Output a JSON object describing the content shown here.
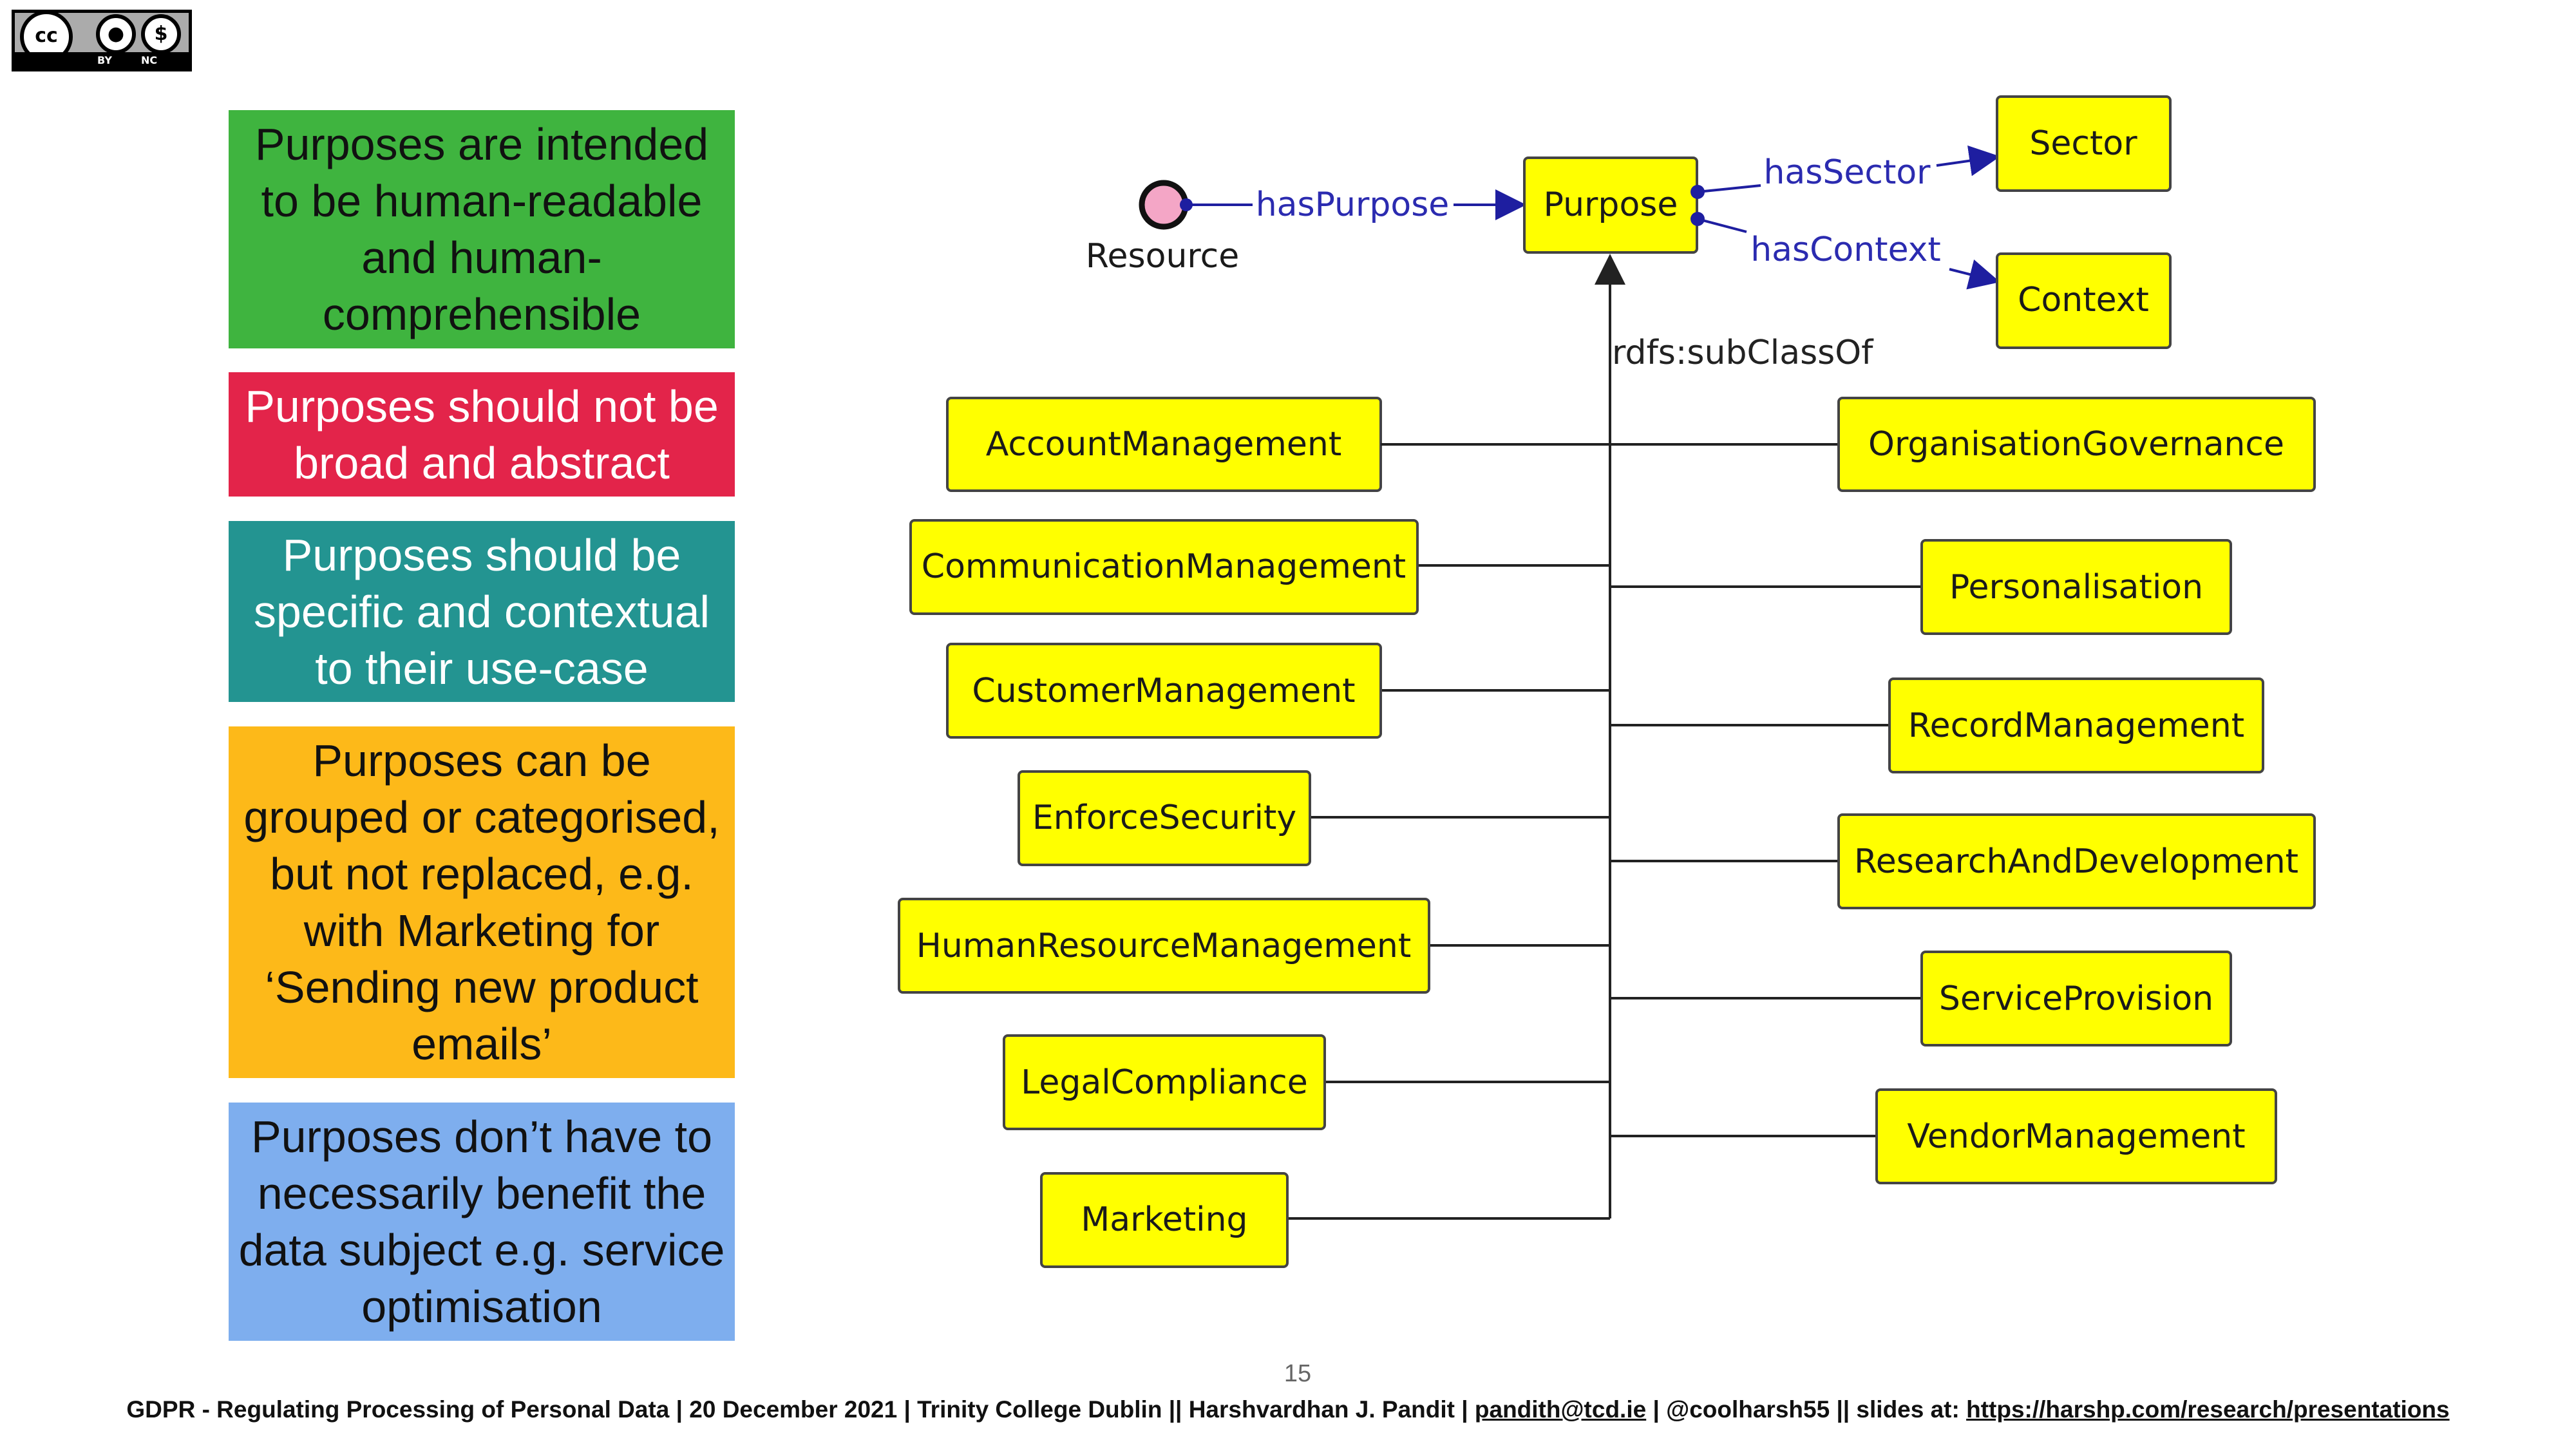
{
  "license": {
    "cc": "cc",
    "by": "BY",
    "nc": "NC"
  },
  "panels": [
    {
      "lines": [
        "Purposes are intended",
        "to be human-readable",
        "and human-",
        "comprehensible"
      ],
      "bg": "#3fb43f",
      "fg": "#111111"
    },
    {
      "lines": [
        "Purposes should not be",
        "broad and abstract"
      ],
      "bg": "#e3244a",
      "fg": "#ffffff"
    },
    {
      "lines": [
        "Purposes should be",
        "specific and contextual",
        "to their use-case"
      ],
      "bg": "#239491",
      "fg": "#ffffff"
    },
    {
      "lines": [
        "Purposes can be",
        "grouped or categorised,",
        "but not replaced, e.g.",
        "with Marketing for",
        "‘Sending new product",
        "emails’"
      ],
      "bg": "#fdb919",
      "fg": "#111111"
    },
    {
      "lines": [
        "Purposes don’t have to",
        "necessarily benefit the",
        "data subject e.g. service",
        "optimisation"
      ],
      "bg": "#7eaeee",
      "fg": "#111111"
    }
  ],
  "diagram": {
    "resource": "Resource",
    "purpose": "Purpose",
    "sector": "Sector",
    "context": "Context",
    "has_purpose": "hasPurpose",
    "has_sector": "hasSector",
    "has_context": "hasContext",
    "subclass": "rdfs:subClassOf",
    "left_subclasses": [
      "AccountManagement",
      "CommunicationManagement",
      "CustomerManagement",
      "EnforceSecurity",
      "HumanResourceManagement",
      "LegalCompliance",
      "Marketing"
    ],
    "right_subclasses": [
      "OrganisationGovernance",
      "Personalisation",
      "RecordManagement",
      "ResearchAndDevelopment",
      "ServiceProvision",
      "VendorManagement"
    ],
    "node_color": "#ffff00",
    "edge_color": "#1e1ea0"
  },
  "page_number": "15",
  "footer": {
    "text": "GDPR - Regulating Processing of Personal Data | 20 December 2021 | Trinity College Dublin  || Harshvardhan J. Pandit | ",
    "email": "pandith@tcd.ie",
    "middle": " | @coolharsh55  || slides at: ",
    "url": "https://harshp.com/research/presentations"
  }
}
